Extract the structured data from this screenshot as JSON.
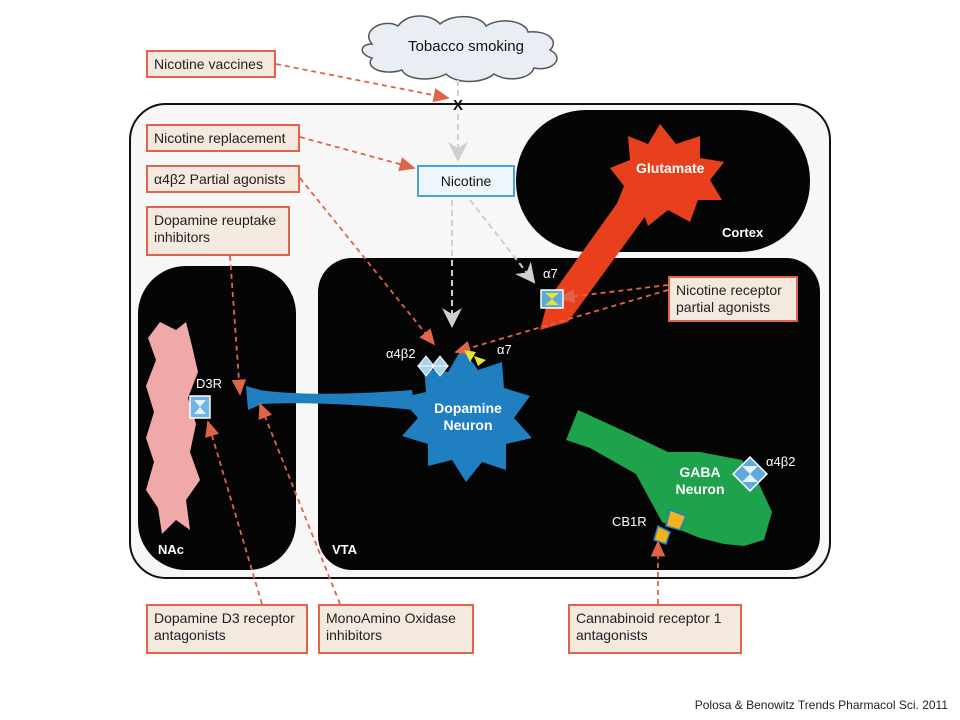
{
  "source": "Tobacco smoking",
  "nicotine": "Nicotine",
  "block_mark": "X",
  "regions": {
    "cortex": "Cortex",
    "vta": "VTA",
    "nac": "NAc"
  },
  "cells": {
    "glutamate": "Glutamate",
    "dopamine_line1": "Dopamine",
    "dopamine_line2": "Neuron",
    "gaba_line1": "GABA",
    "gaba_line2": "Neuron"
  },
  "receptors": {
    "a7_top": "α7",
    "a4b2_left": "α4β2",
    "a7_mid": "α7",
    "d3r": "D3R",
    "a4b2_gaba": "α4β2",
    "cb1r": "CB1R"
  },
  "drugs": {
    "vaccines": "Nicotine vaccines",
    "replacement": "Nicotine replacement",
    "partial_agonists": "α4β2 Partial agonists",
    "da_reuptake_1": "Dopamine reuptake",
    "da_reuptake_2": "inhibitors",
    "nic_receptor_1": "Nicotine receptor",
    "nic_receptor_2": "partial agonists",
    "d3_1": "Dopamine D3 receptor",
    "d3_2": "antagonists",
    "mao_1": "MonoAmino Oxidase",
    "mao_2": "inhibitors",
    "cb1_1": "Cannabinoid receptor 1",
    "cb1_2": "antagonists"
  },
  "citation": "Polosa & Benowitz Trends Pharmacol Sci. 2011",
  "colors": {
    "region_fill": "#050505",
    "outer_fill": "#f7f7f7",
    "glutamate": "#e8401c",
    "dopamine": "#1f7fc1",
    "gaba": "#1ea24c",
    "nac_cell": "#f0a8a8",
    "drug_border": "#e0644a",
    "drug_fill": "#f3e9df",
    "nicotine_border": "#4aa3d8"
  }
}
